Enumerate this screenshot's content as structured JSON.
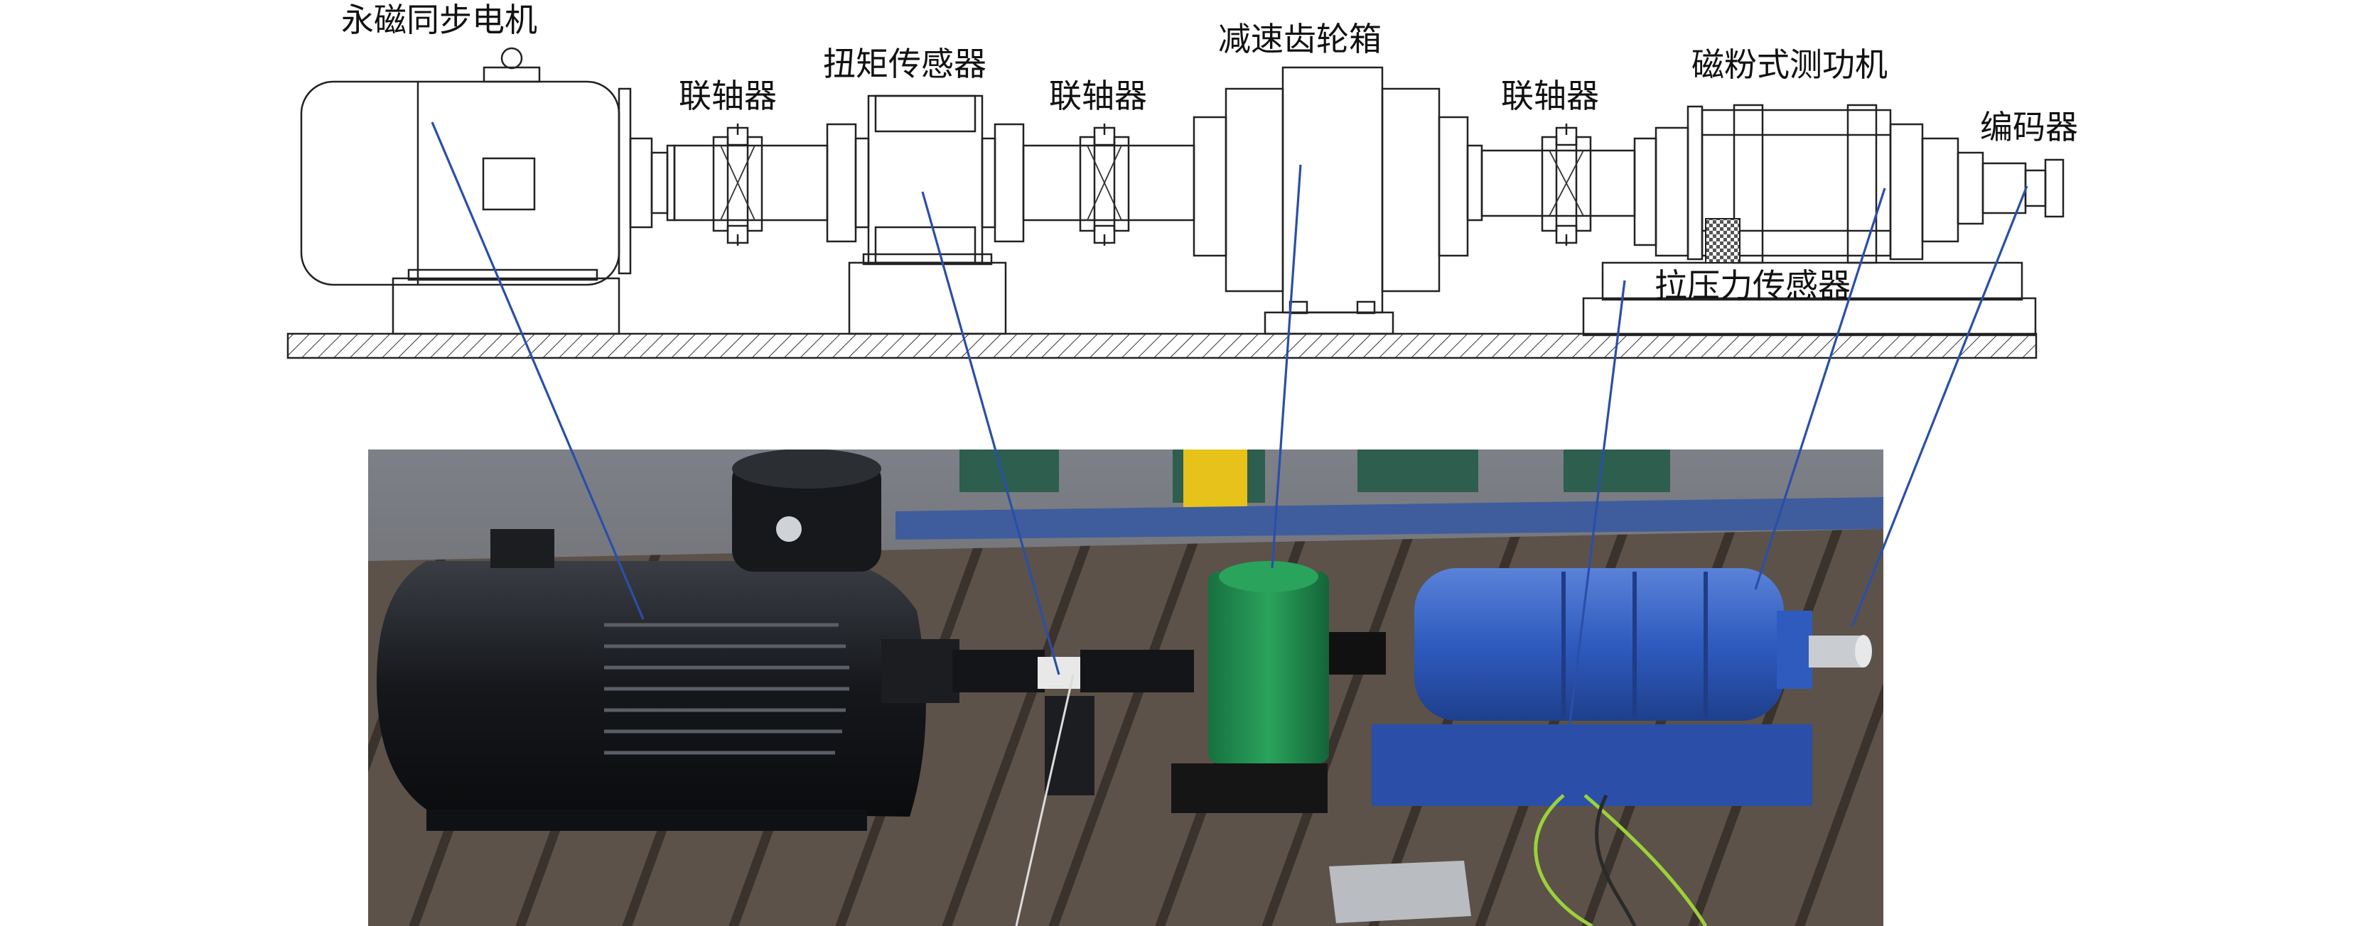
{
  "labels": {
    "motor": "永磁同步电机",
    "coupling_1": "联轴器",
    "torque_sensor": "扭矩传感器",
    "coupling_2": "联轴器",
    "gearbox": "减速齿轮箱",
    "coupling_3": "联轴器",
    "dynamometer": "磁粉式测功机",
    "encoder": "编码器",
    "load_cell": "拉压力传感器"
  },
  "colors": {
    "leader_line": "#2a4fa8",
    "drawing_stroke": "#222222",
    "photo_motor": "#16181c",
    "photo_gearbox": "#1f8a4c",
    "photo_dynamometer": "#2f5bbf",
    "photo_floor": "#5a5048"
  }
}
